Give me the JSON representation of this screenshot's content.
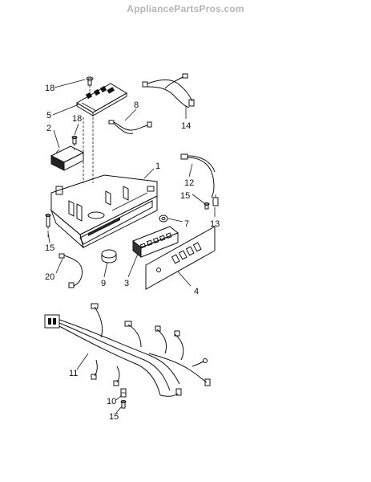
{
  "watermark": "AppliancePartsPros.com",
  "callouts": {
    "c1": "1",
    "c2": "2",
    "c3": "3",
    "c4": "4",
    "c5": "5",
    "c7": "7",
    "c8": "8",
    "c9": "9",
    "c10": "10",
    "c11": "11",
    "c12": "12",
    "c13": "13",
    "c14": "14",
    "c15a": "15",
    "c15b": "15",
    "c15c": "15",
    "c18a": "18",
    "c18b": "18",
    "c20": "20"
  }
}
